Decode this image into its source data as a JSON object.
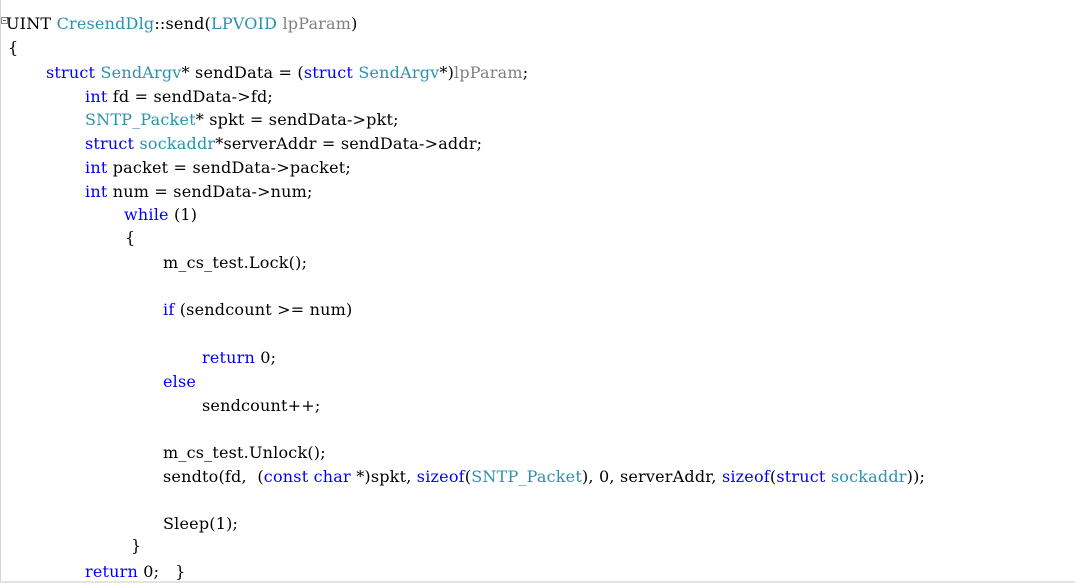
{
  "colors": {
    "keyword": "#0000ff",
    "type": "#2b91af",
    "parameter": "#808080",
    "text": "#000000",
    "background": "#ffffff"
  },
  "lines": [
    [
      {
        "t": "UINT ",
        "c": "tx"
      },
      {
        "t": "CresendDlg",
        "c": "ty"
      },
      {
        "t": "::send(",
        "c": "tx"
      },
      {
        "t": "LPVOID",
        "c": "ty"
      },
      {
        "t": " ",
        "c": "tx"
      },
      {
        "t": "lpParam",
        "c": "pm"
      },
      {
        "t": ")",
        "c": "tx"
      }
    ],
    [
      {
        "t": "{",
        "c": "tx"
      }
    ],
    [
      {
        "t": "struct",
        "c": "kw"
      },
      {
        "t": " ",
        "c": "tx"
      },
      {
        "t": "SendArgv",
        "c": "ty"
      },
      {
        "t": "* sendData = (",
        "c": "tx"
      },
      {
        "t": "struct",
        "c": "kw"
      },
      {
        "t": " ",
        "c": "tx"
      },
      {
        "t": "SendArgv",
        "c": "ty"
      },
      {
        "t": "*)",
        "c": "tx"
      },
      {
        "t": "lpParam",
        "c": "pm"
      },
      {
        "t": ";",
        "c": "tx"
      }
    ],
    [
      {
        "t": "int",
        "c": "kw"
      },
      {
        "t": " fd = sendData->fd;",
        "c": "tx"
      }
    ],
    [
      {
        "t": "SNTP_Packet",
        "c": "ty"
      },
      {
        "t": "* spkt = sendData->pkt;",
        "c": "tx"
      }
    ],
    [
      {
        "t": "struct",
        "c": "kw"
      },
      {
        "t": " ",
        "c": "tx"
      },
      {
        "t": "sockaddr",
        "c": "ty"
      },
      {
        "t": "*serverAddr = sendData->addr;",
        "c": "tx"
      }
    ],
    [
      {
        "t": "int",
        "c": "kw"
      },
      {
        "t": " packet = sendData->packet;",
        "c": "tx"
      }
    ],
    [
      {
        "t": "int",
        "c": "kw"
      },
      {
        "t": " num = sendData->num;",
        "c": "tx"
      }
    ],
    [
      {
        "t": "while",
        "c": "kw"
      },
      {
        "t": " (1)",
        "c": "tx"
      }
    ],
    [
      {
        "t": "{",
        "c": "tx"
      }
    ],
    [
      {
        "t": "m_cs_test.Lock();",
        "c": "tx"
      }
    ],
    [
      {
        "t": "if",
        "c": "kw"
      },
      {
        "t": " (sendcount >= num)",
        "c": "tx"
      }
    ],
    [
      {
        "t": "return",
        "c": "kw"
      },
      {
        "t": " 0;",
        "c": "tx"
      }
    ],
    [
      {
        "t": "else",
        "c": "kw"
      }
    ],
    [
      {
        "t": "sendcount++;",
        "c": "tx"
      }
    ],
    [
      {
        "t": "m_cs_test.Unlock();",
        "c": "tx"
      }
    ],
    [
      {
        "t": "sendto(fd,  (",
        "c": "tx"
      },
      {
        "t": "const",
        "c": "kw"
      },
      {
        "t": " ",
        "c": "tx"
      },
      {
        "t": "char",
        "c": "kw"
      },
      {
        "t": " *)spkt, ",
        "c": "tx"
      },
      {
        "t": "sizeof",
        "c": "kw"
      },
      {
        "t": "(",
        "c": "tx"
      },
      {
        "t": "SNTP_Packet",
        "c": "ty"
      },
      {
        "t": "), 0, serverAddr, ",
        "c": "tx"
      },
      {
        "t": "sizeof",
        "c": "kw"
      },
      {
        "t": "(",
        "c": "tx"
      },
      {
        "t": "struct",
        "c": "kw"
      },
      {
        "t": " ",
        "c": "tx"
      },
      {
        "t": "sockaddr",
        "c": "ty"
      },
      {
        "t": "));",
        "c": "tx"
      }
    ],
    [
      {
        "t": "Sleep(1);",
        "c": "tx"
      }
    ],
    [
      {
        "t": "}",
        "c": "tx"
      }
    ],
    [
      {
        "t": "return",
        "c": "kw"
      },
      {
        "t": " 0;   }",
        "c": "tx"
      }
    ]
  ]
}
